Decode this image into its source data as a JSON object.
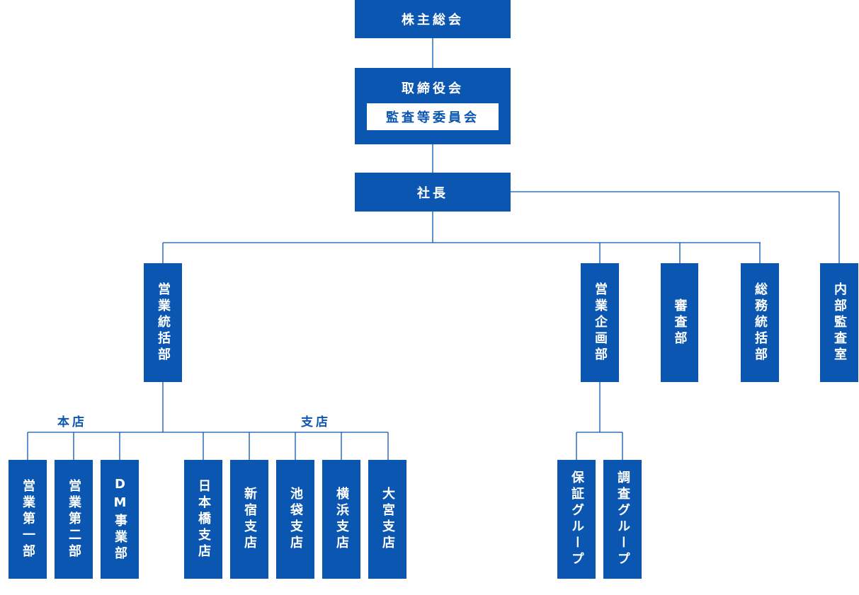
{
  "top": {
    "shareholders": "株主総会",
    "board": "取締役会",
    "audit_committee": "監査等委員会",
    "president": "社長"
  },
  "departments": {
    "sales_hq": "営業統括部",
    "sales_planning": "営業企画部",
    "review": "審査部",
    "general_affairs": "総務統括部",
    "internal_audit": "内部監査室"
  },
  "groups": {
    "head_office_label": "本店",
    "branches_label": "支店"
  },
  "head_office": {
    "sales1": "営業第一部",
    "sales2": "営業第二部",
    "dm": "DM事業部"
  },
  "branches": {
    "nihonbashi": "日本橋支店",
    "shinjuku": "新宿支店",
    "ikebukuro": "池袋支店",
    "yokohama": "横浜支店",
    "omiya": "大宮支店"
  },
  "planning_groups": {
    "guarantee": "保証グループ",
    "research": "調査グループ"
  },
  "colors": {
    "accent": "#0a56b0",
    "background": "#ffffff"
  }
}
